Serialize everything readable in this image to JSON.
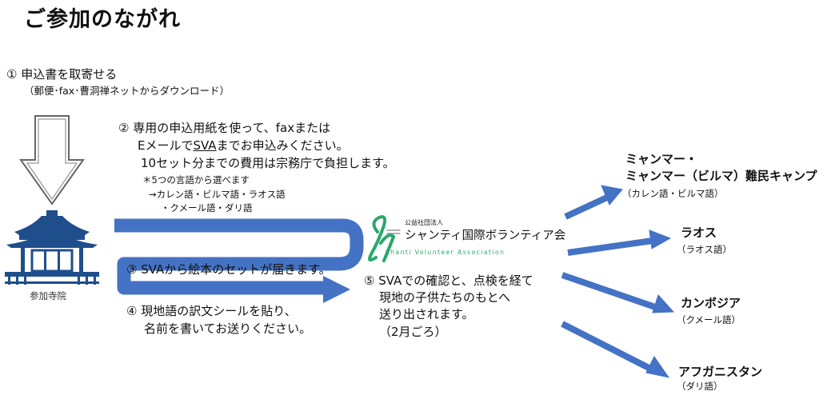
{
  "title": "ご参加のながれ",
  "step1": {
    "text": "① 申込書を取寄せる",
    "sub": "（郵便･fax･曹洞禅ネットからダウンロード）"
  },
  "step2": {
    "line1": "② 専用の申込用紙を使って、faxまたは",
    "line2_pre": "Eメールで",
    "line2_link": "SVA",
    "line2_post": "までお申込みください。",
    "line3": "10セット分までの費用は宗務庁で負担します。",
    "note1": "＊5つの言語から選べます",
    "note2": "→カレン語・ビルマ語・ラオス語",
    "note3": "・クメール語・ダリ語"
  },
  "step3": "③ SVAから絵本のセットが届きます。",
  "step4": {
    "line1": "④ 現地語の訳文シールを貼り、",
    "line2": "名前を書いてお送りください。"
  },
  "step5": {
    "line1": "⑤ SVAでの確認と、点検を経て",
    "line2": "現地の子供たちのもとへ",
    "line3": "送り出されます。",
    "line4": "（2月ごろ）"
  },
  "temple_label": "参加寺院",
  "logo": {
    "small": "公益社団法人",
    "name": "シャンティ国際ボランティア会",
    "english": "Shanti Volunteer Association"
  },
  "destinations": [
    {
      "name1": "ミャンマー・",
      "name2": "ミャンマー（ビルマ）難民キャンプ",
      "lang": "（カレン語・ビルマ語）"
    },
    {
      "name1": "ラオス",
      "lang": "（ラオス語）"
    },
    {
      "name1": "カンボジア",
      "lang": "（クメール語）"
    },
    {
      "name1": "アフガニスタン",
      "lang": "（ダリ語）"
    }
  ],
  "colors": {
    "flow": "#4472c4",
    "temple": "#1f4e8c",
    "logo_green": "#27a86a"
  }
}
